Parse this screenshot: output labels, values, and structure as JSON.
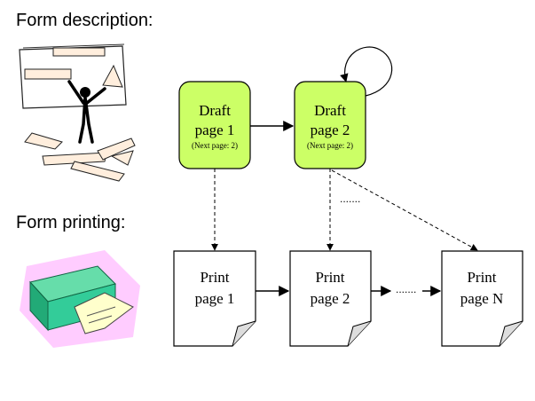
{
  "sections": {
    "form_description": "Form description:",
    "form_printing": "Form printing:"
  },
  "draft_pages": [
    {
      "line1": "Draft",
      "line2": "page 1",
      "next": "(Next page: 2)"
    },
    {
      "line1": "Draft",
      "line2": "page 2",
      "next": "(Next page: 2)"
    }
  ],
  "print_pages": [
    {
      "line1": "Print",
      "line2": "page 1"
    },
    {
      "line1": "Print",
      "line2": "page 2"
    },
    {
      "line1": "Print",
      "line2": "page N"
    }
  ],
  "ellipsis": {
    "middle": ".......",
    "bottom": "......."
  },
  "colors": {
    "draft_fill": "#ccff66",
    "page_fill": "#ffffff",
    "stroke": "#000000",
    "printer_bg": "#ffccff",
    "printer_body": "#33cc99",
    "paper": "#ffffcc"
  },
  "icons": {
    "description_clipart": "presenter-with-board-icon",
    "printing_clipart": "printer-icon"
  }
}
